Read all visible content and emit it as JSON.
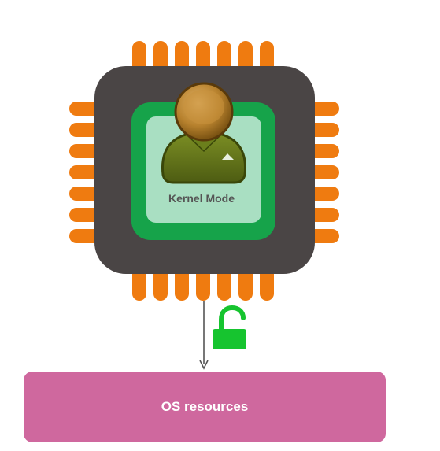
{
  "diagram": {
    "chip_label": "Kernel Mode",
    "resource_label": "OS resources"
  },
  "icons": {
    "chip": "cpu-chip-icon",
    "user": "user-avatar-icon",
    "lock": "unlocked-padlock-icon",
    "arrow": "down-arrow"
  },
  "colors": {
    "chip_body": "#4a4545",
    "chip_pins": "#ef7b10",
    "kernel_frame": "#16a34a",
    "kernel_fill": "#a9dfc2",
    "user_head": "#b8822e",
    "user_body": "#5d7018",
    "lock": "#16c42f",
    "resource_box": "#cf689e",
    "arrow": "#555555"
  }
}
